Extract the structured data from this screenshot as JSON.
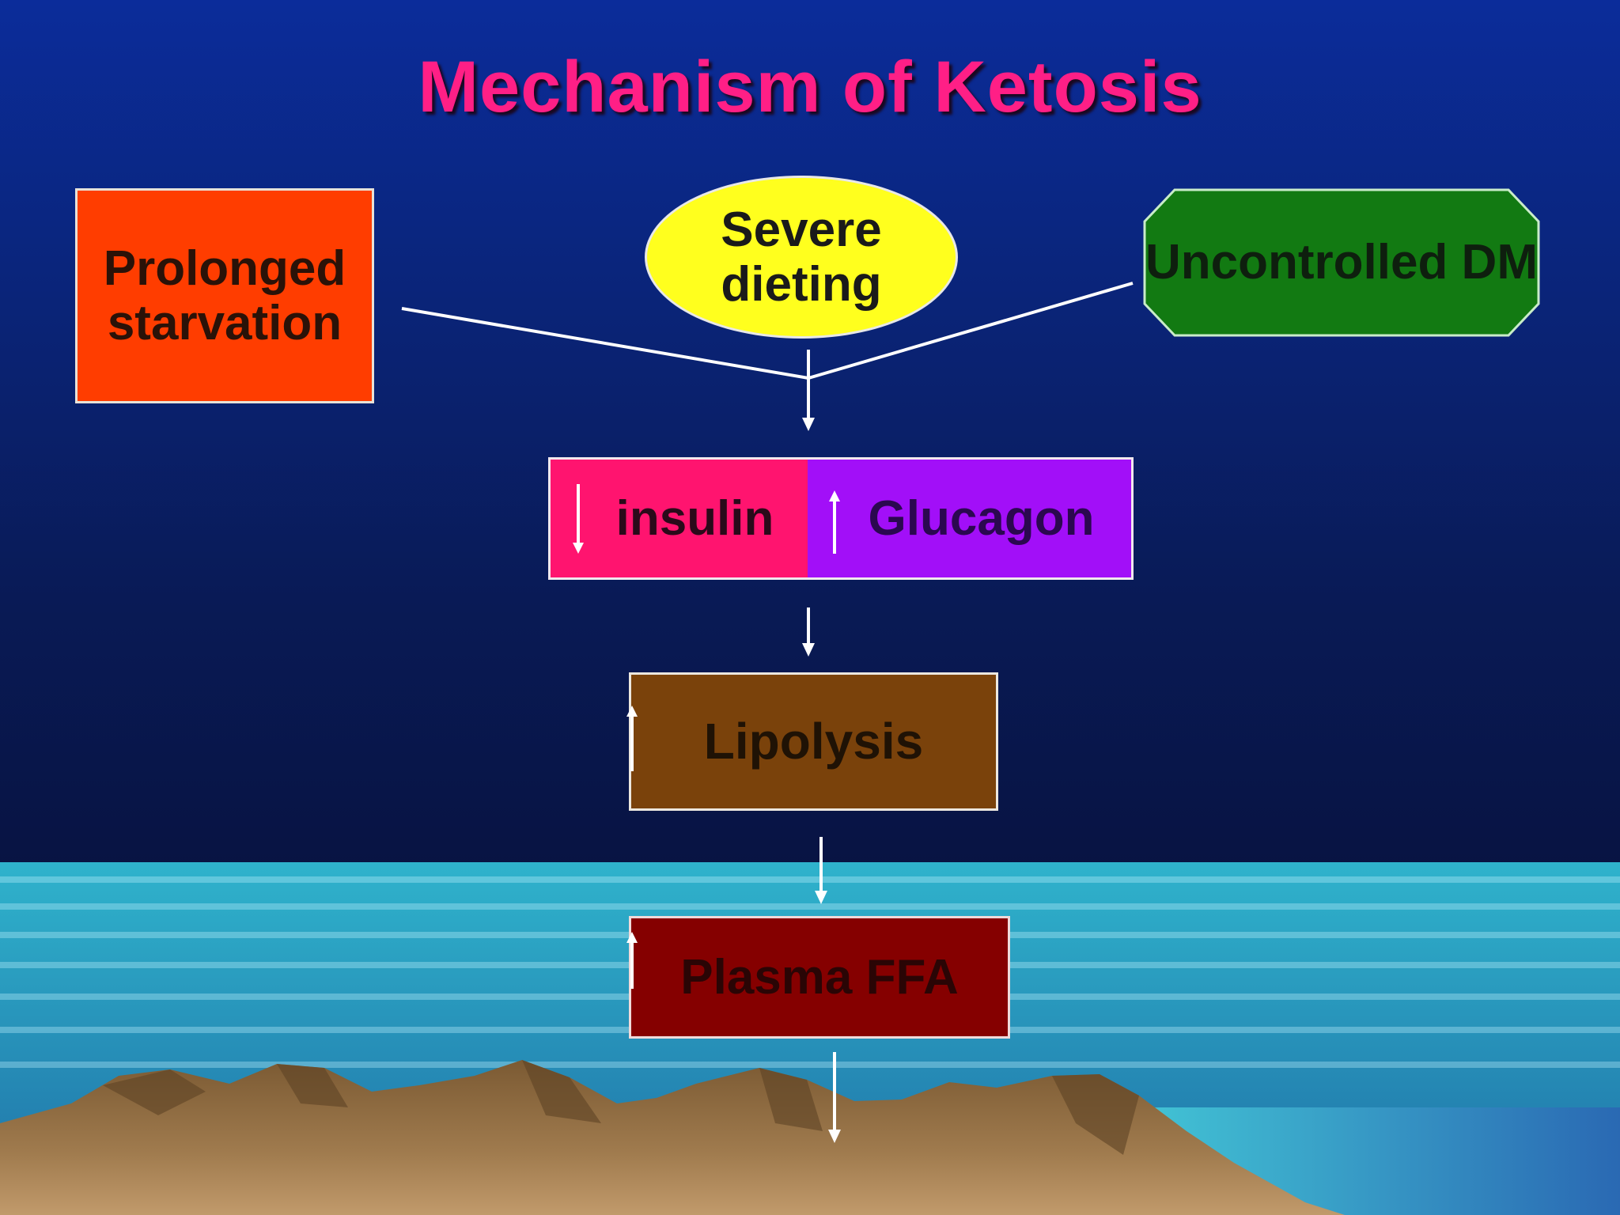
{
  "title": "Mechanism of Ketosis",
  "nodes": {
    "starvation": "Prolonged starvation",
    "dieting": "Severe dieting",
    "dm": "Uncontrolled DM",
    "insulin": "insulin",
    "glucagon": "Glucagon",
    "lipolysis": "Lipolysis",
    "ffa": "Plasma FFA"
  },
  "colors": {
    "title": "#ff1f86",
    "starvation": "#ff3d00",
    "dieting": "#ffff1e",
    "dm": "#127a12",
    "insulin": "#ff146f",
    "glucagon": "#a20ff8",
    "lipolysis": "#7a420b",
    "ffa": "#850000",
    "sea": "#2aa9c6",
    "mountains": "#8a6a3e"
  },
  "indicators": {
    "insulin": "down-arrow-icon",
    "glucagon": "up-arrow-icon",
    "lipolysis": "up-arrow-icon",
    "ffa": "up-arrow-icon"
  }
}
